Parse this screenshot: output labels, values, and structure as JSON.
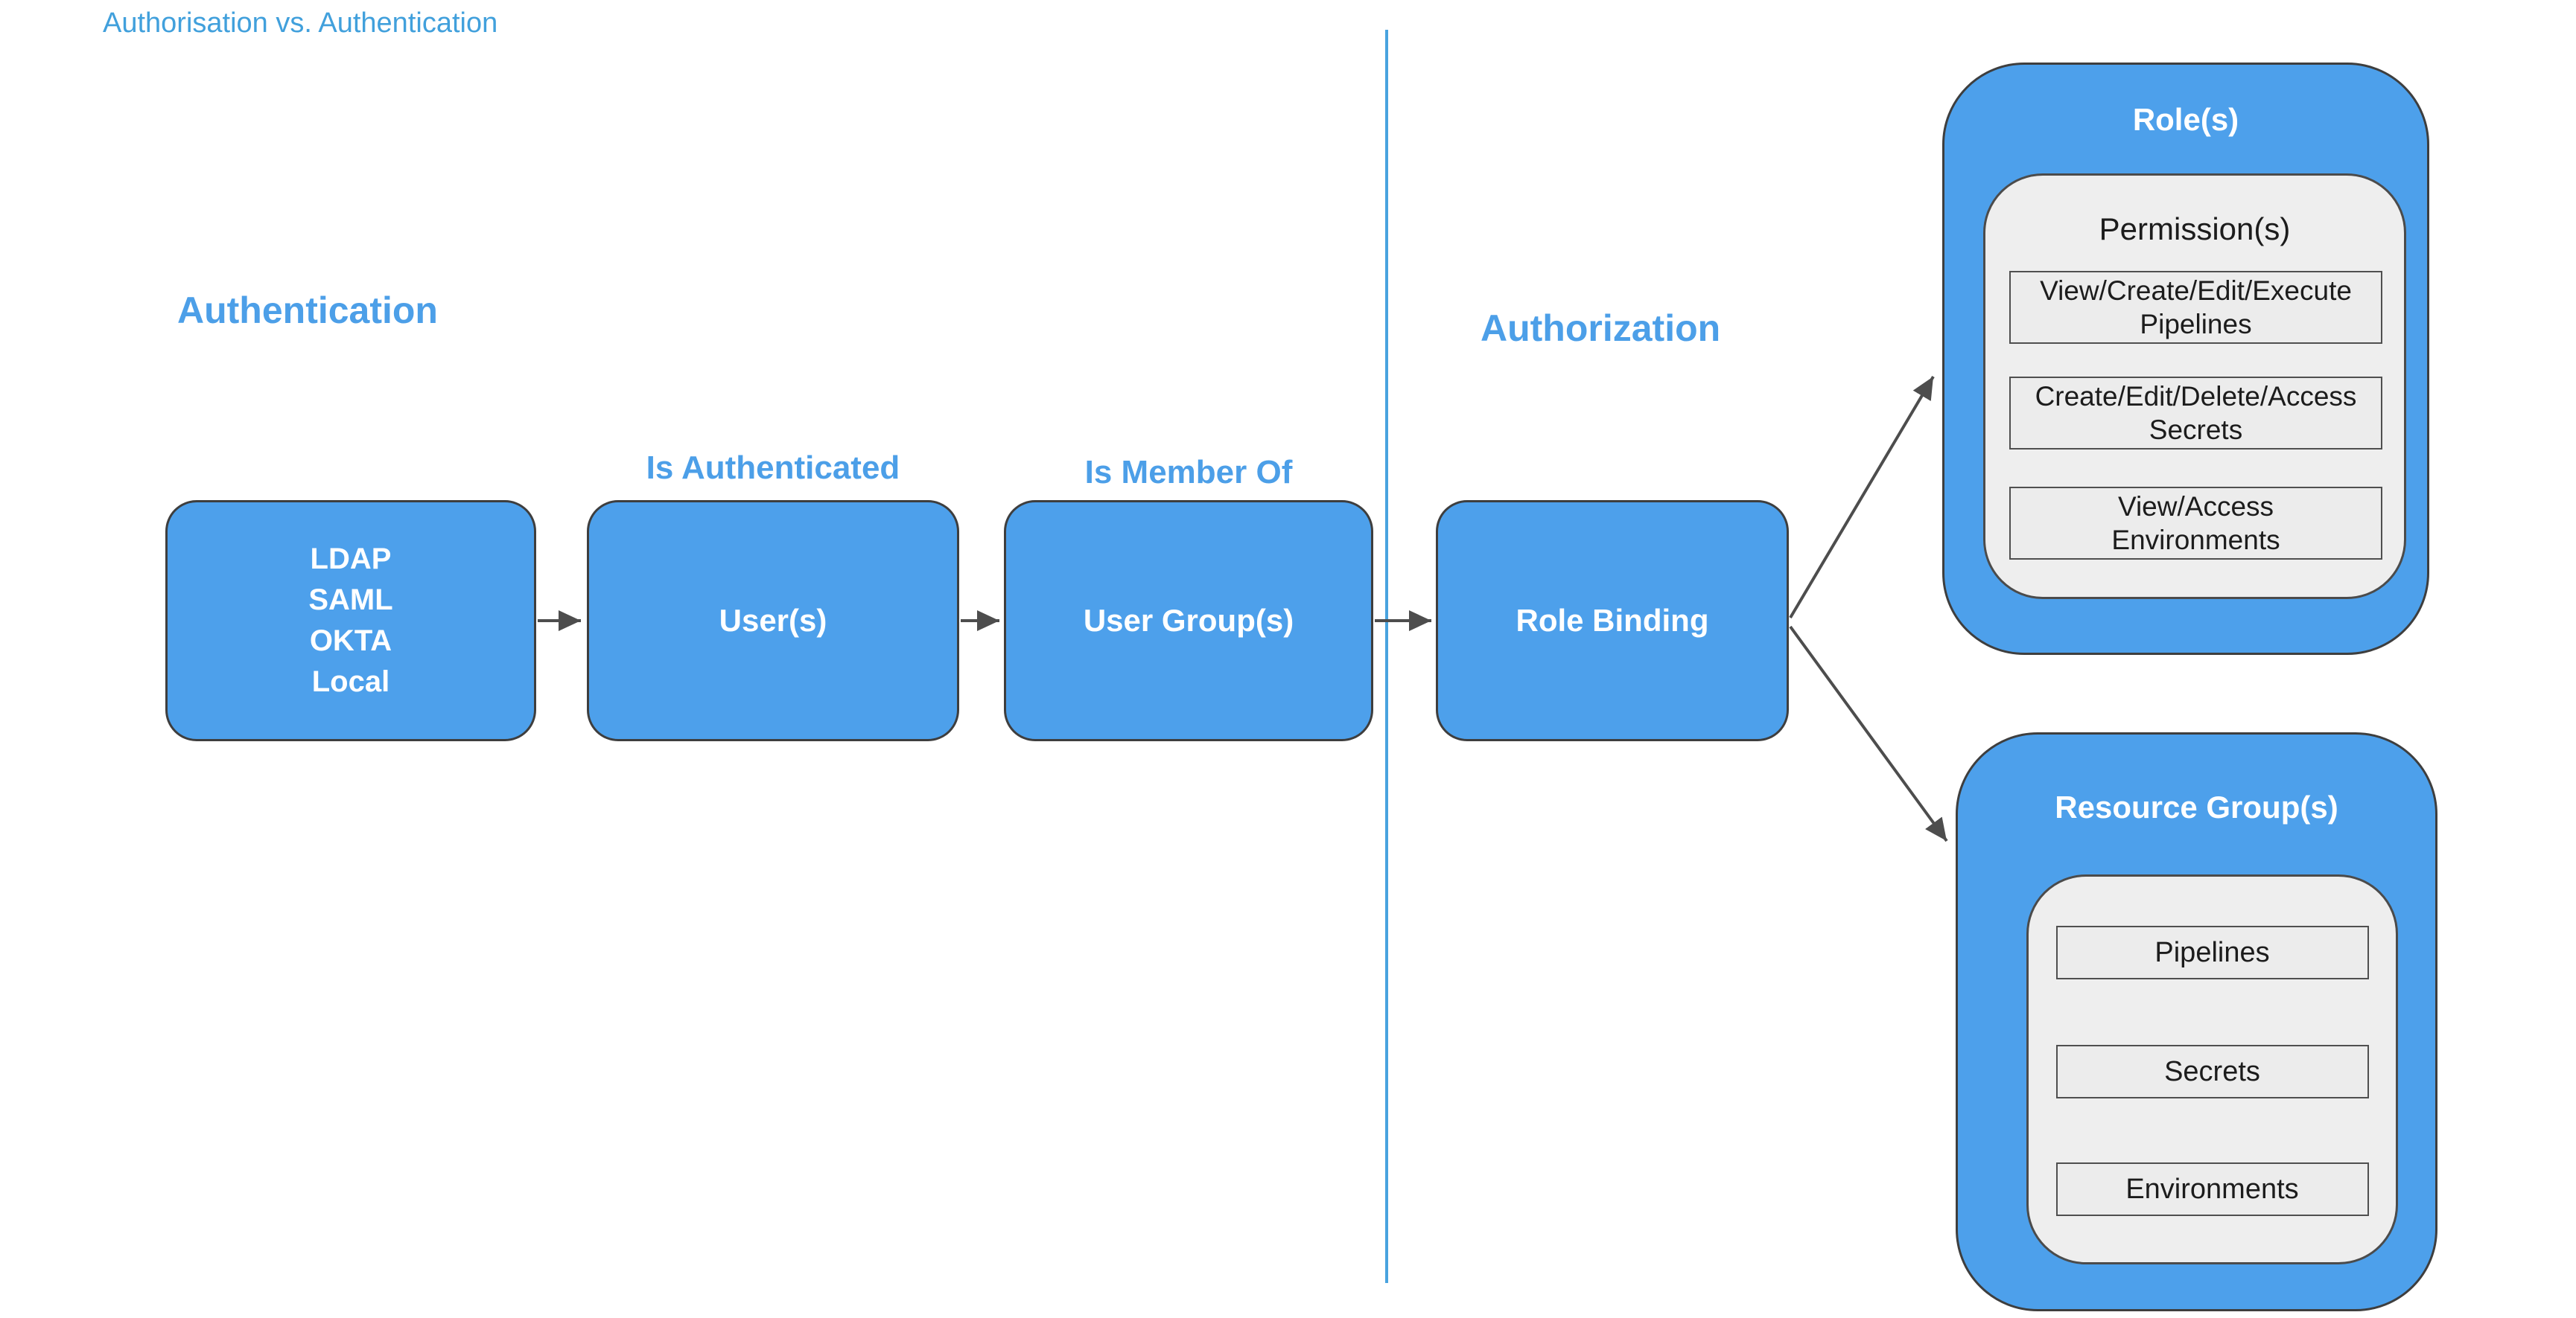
{
  "title": "Authorisation vs. Authentication",
  "colors": {
    "node_fill": "#4da0eb",
    "heading_blue": "#4c9fe8",
    "divider_blue": "#49a3df",
    "border_dark": "#3e3e3e",
    "panel_gray": "#eeeeee",
    "arrow_gray": "#4d4d4d"
  },
  "headings": {
    "authentication": "Authentication",
    "authorization": "Authorization"
  },
  "edge_labels": {
    "is_authenticated": "Is Authenticated",
    "is_member_of": "Is Member Of"
  },
  "nodes": {
    "identity_providers": {
      "line1": "LDAP",
      "line2": "SAML",
      "line3": "OKTA",
      "line4": "Local"
    },
    "users": {
      "label": "User(s)"
    },
    "user_groups": {
      "label": "User Group(s)"
    },
    "role_binding": {
      "label": "Role Binding"
    }
  },
  "role_container": {
    "title": "Role(s)",
    "permissions_title": "Permission(s)",
    "permission1_line1": "View/Create/Edit/Execute",
    "permission1_line2": "Pipelines",
    "permission2_line1": "Create/Edit/Delete/Access",
    "permission2_line2": "Secrets",
    "permission3_line1": "View/Access",
    "permission3_line2": "Environments"
  },
  "resource_container": {
    "title": "Resource Group(s)",
    "item1": "Pipelines",
    "item2": "Secrets",
    "item3": "Environments"
  }
}
